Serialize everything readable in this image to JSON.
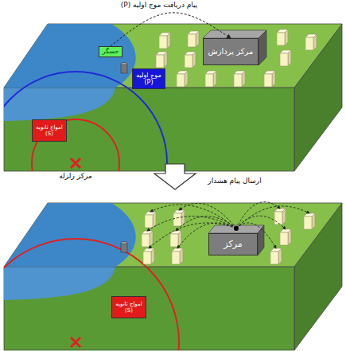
{
  "diagram": {
    "nodes": [
      {
        "text": [
          "حسگر"
        ]
      },
      {
        "text": [
          "مرکز پردازش"
        ]
      },
      {
        "text": [
          "موج اولیه (P)"
        ]
      },
      {
        "text": [
          "امواج ثانویه (S)"
        ]
      },
      {
        "text": [
          "مرکز"
        ]
      },
      {
        "text": [
          "امواج ثانویه (S)"
        ]
      }
    ],
    "edges": [
      {
        "from": 0,
        "to": 1,
        "arrow": "to",
        "label": "پیام دریافت موج اولیه (P)"
      }
    ],
    "labels": [
      "مرکز زلزله",
      "ارسال پیام هشدار"
    ]
  }
}
